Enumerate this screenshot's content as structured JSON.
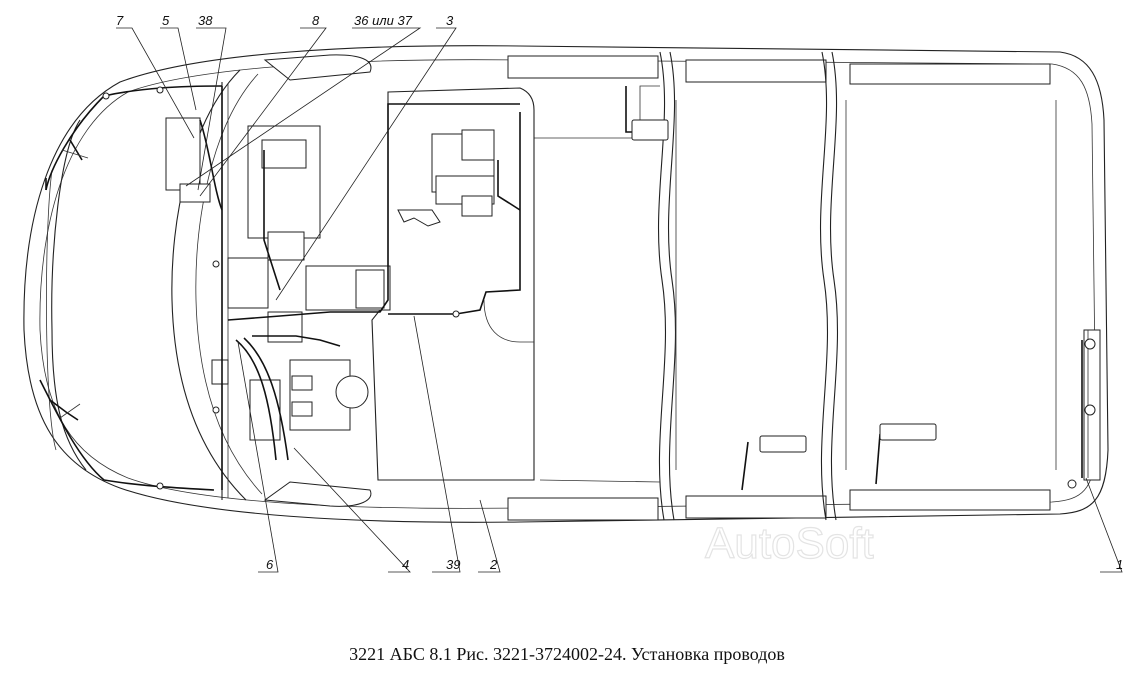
{
  "caption": "3221 АБС 8.1 Рис. 3221-3724002-24. Установка проводов",
  "watermark": "AutoSoft",
  "callouts": [
    "7",
    "5",
    "38",
    "8",
    "36 или 37",
    "3",
    "6",
    "4",
    "39",
    "2",
    "1"
  ],
  "colors": {
    "line": "#222222",
    "background": "#ffffff",
    "watermark": "#e4e4e4"
  }
}
